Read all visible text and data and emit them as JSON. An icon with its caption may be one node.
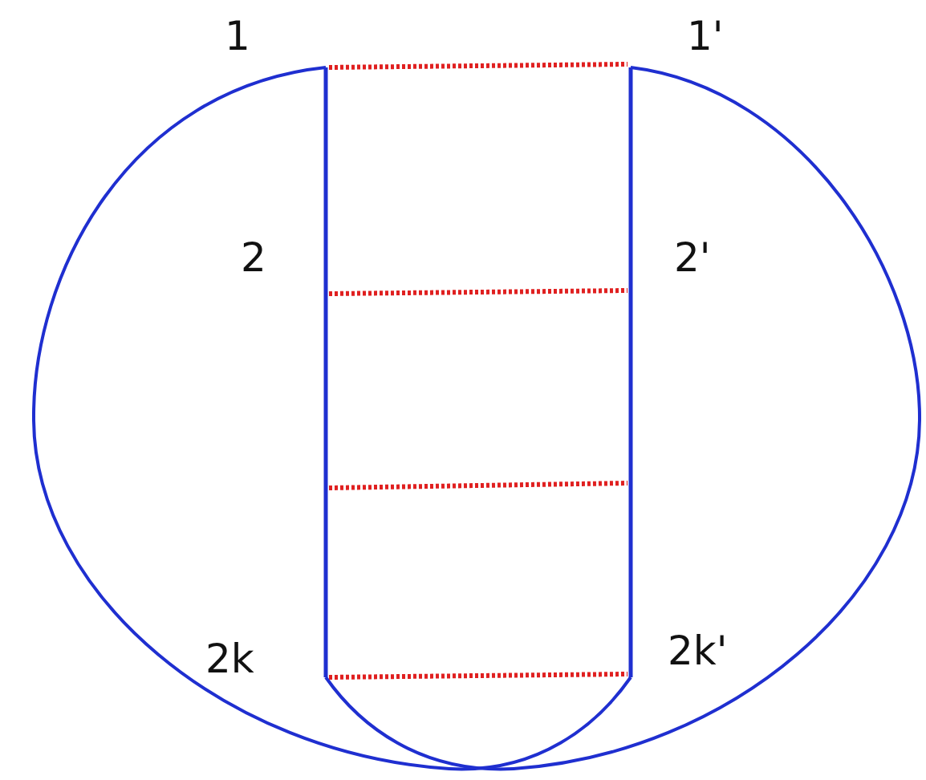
{
  "diagram": {
    "labels": [
      "1",
      "1'",
      "2",
      "2'",
      "2k",
      "2k'"
    ]
  }
}
